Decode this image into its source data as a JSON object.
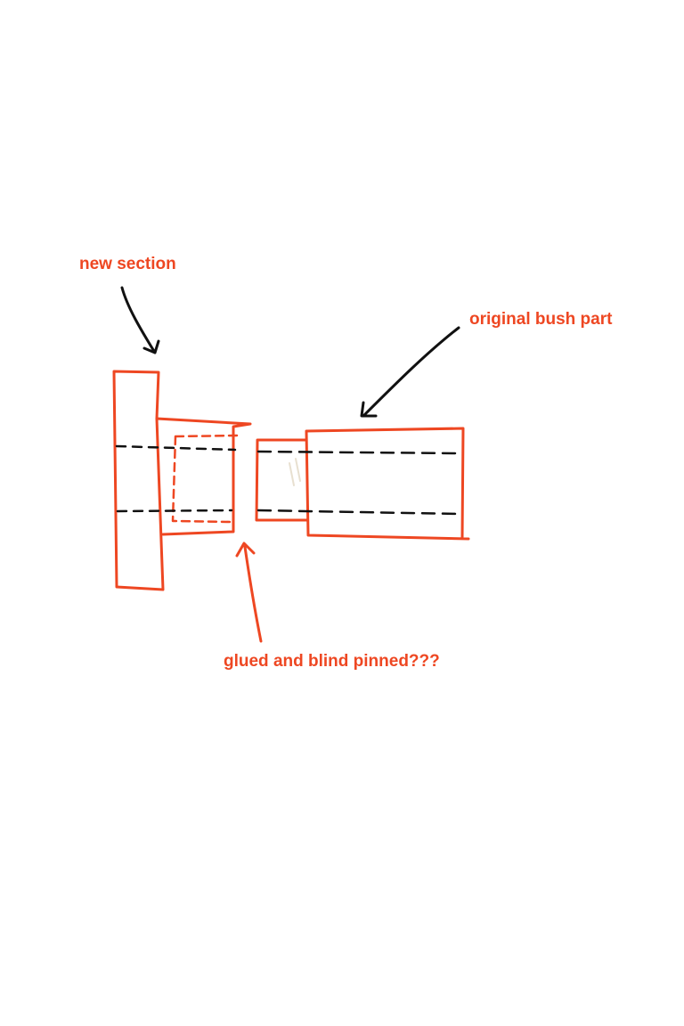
{
  "colors": {
    "outline": "#ee4722",
    "annotation_text": "#ee4722",
    "arrow": "#111111",
    "background": "#ffffff"
  },
  "labels": {
    "new_section": "new section",
    "original_bush_part": "original bush part",
    "glued_and_blind_pinned": "glued and blind pinned???"
  }
}
